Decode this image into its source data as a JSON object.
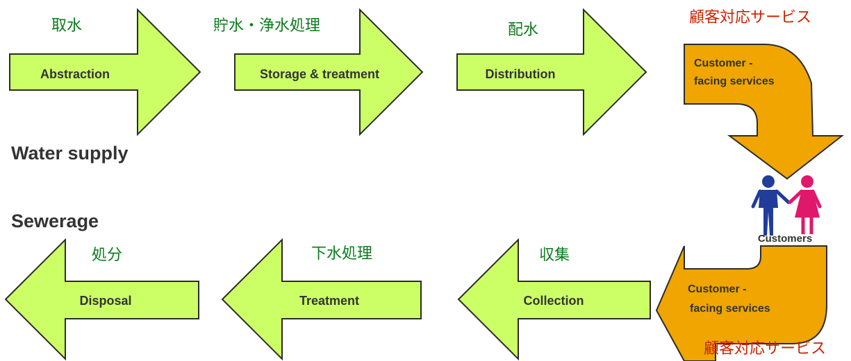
{
  "colors": {
    "arrow_fill": "#ccff66",
    "arrow_stroke": "#2b2b2b",
    "service_fill": "#f0a500",
    "label_dark": "#333333",
    "jp_green": "#0b7a1a",
    "jp_red": "#cc2200",
    "man": "#1f3d99",
    "woman": "#e0186c"
  },
  "sections": {
    "water_supply": "Water supply",
    "sewerage": "Sewerage"
  },
  "supply_steps": [
    {
      "label": "Abstraction",
      "jp": "取水"
    },
    {
      "label": "Storage & treatment",
      "jp": "貯水・浄水処理"
    },
    {
      "label": "Distribution",
      "jp": "配水"
    }
  ],
  "service_top": {
    "line1": "Customer -",
    "line2": "facing services",
    "jp": "顧客対応サービス"
  },
  "customers": {
    "label": "Customers",
    "man_icon": "man-icon",
    "woman_icon": "woman-icon"
  },
  "service_bottom": {
    "line1": "Customer -",
    "line2": "facing services",
    "jp": "顧客対応サービス"
  },
  "sewerage_steps": [
    {
      "label": "Collection",
      "jp": "収集"
    },
    {
      "label": "Treatment",
      "jp": "下水処理"
    },
    {
      "label": "Disposal",
      "jp": "処分"
    }
  ]
}
